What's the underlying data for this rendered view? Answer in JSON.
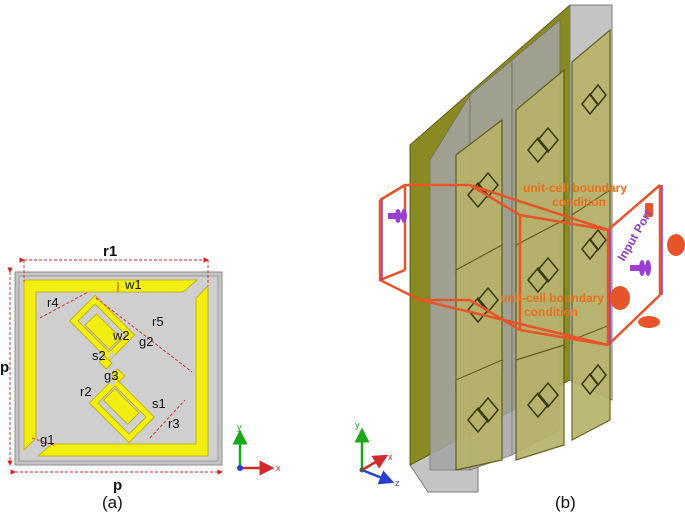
{
  "panel_a": {
    "caption": "(a)",
    "labels": {
      "r1": "r1",
      "w1": "w1",
      "r4": "r4",
      "w2": "w2",
      "r5": "r5",
      "g2": "g2",
      "s2": "s2",
      "g3": "g3",
      "r2": "r2",
      "s1": "s1",
      "r3": "r3",
      "g1": "g1",
      "p_left": "p",
      "p_bottom": "p"
    },
    "axes": {
      "y": "y",
      "x": "x"
    }
  },
  "panel_b": {
    "caption": "(b)",
    "annotations": {
      "unit_cell_top_line1": "unit-cell boundary",
      "unit_cell_top_line2": "condition",
      "unit_cell_mid_line1": "unit-cell boundary",
      "unit_cell_mid_line2": "condition",
      "input_port": "Input Port"
    },
    "axes": {
      "y": "y",
      "x": "x",
      "z": "z"
    }
  },
  "colors": {
    "metal": "#f2ee12",
    "substrate": "#bdbdbd",
    "panel_olive": "#8a8a22",
    "boundary": "#e8542a",
    "port": "#8e3fc8",
    "dimension": "#d32020"
  }
}
